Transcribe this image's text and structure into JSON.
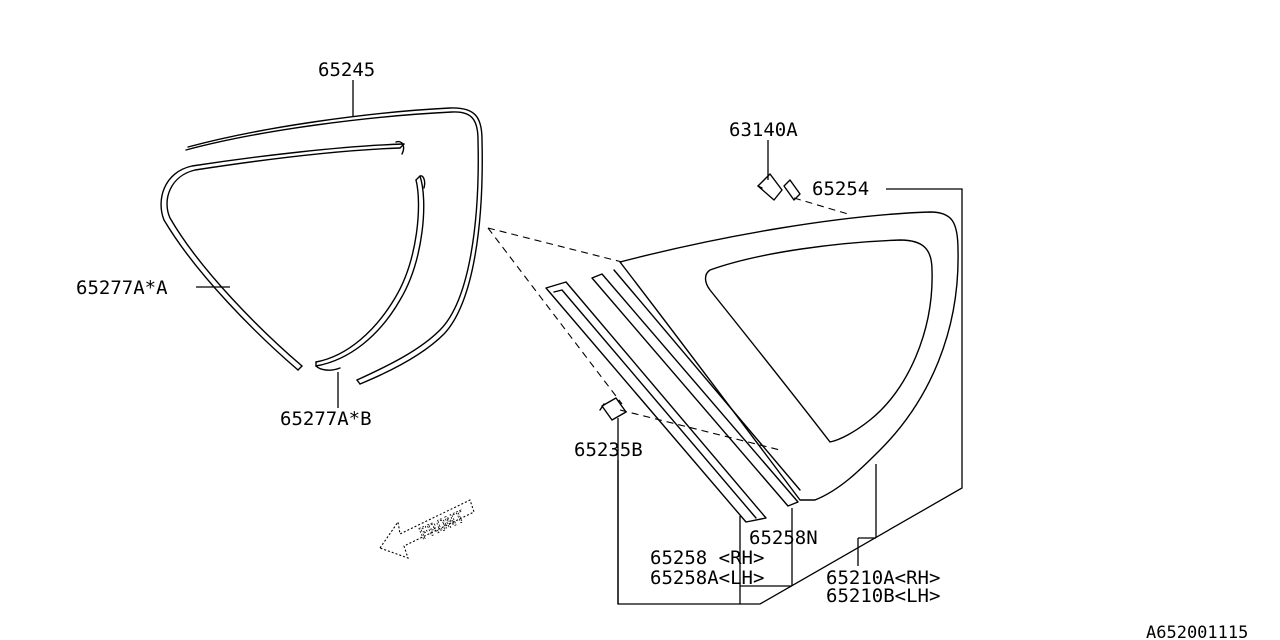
{
  "labels": {
    "p65245": "65245",
    "p63140a": "63140A",
    "p65254": "65254",
    "p65277aa": "65277A*A",
    "p65277ab": "65277A*B",
    "p65235b": "65235B",
    "p65258n": "65258N",
    "p65258_rh": "65258 <RH>",
    "p65258a_lh": "65258A<LH>",
    "p65210a_rh": "65210A<RH>",
    "p65210b_lh": "65210B<LH>",
    "front": "FRONT",
    "drawing_id": "A652001115"
  }
}
